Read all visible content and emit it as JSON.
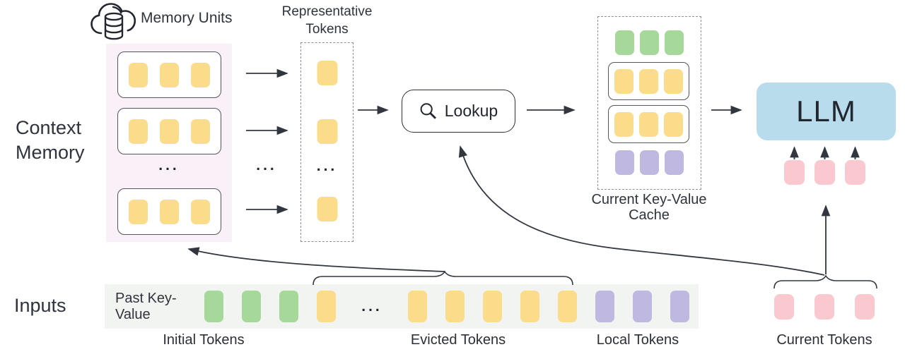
{
  "palette": {
    "yellow": "#fbdc8b",
    "green": "#a6d89a",
    "purple": "#bfb9e1",
    "pink": "#fac9cf",
    "blue": "#b9dcec",
    "panel_pink": "#faf0f8",
    "strip_gray": "#f2f4f2",
    "ink": "#32363f"
  },
  "header": {
    "memory_units": "Memory Units",
    "representative_tokens": "Representative Tokens",
    "context_memory": "Context Memory",
    "lookup": "Lookup",
    "current_kv_cache": "Current Key-Value Cache",
    "llm": "LLM"
  },
  "inputs": {
    "label": "Inputs",
    "past_key_value": "Past Key-Value",
    "initial_tokens": "Initial Tokens",
    "evicted_tokens": "Evicted Tokens",
    "local_tokens": "Local Tokens",
    "current_tokens": "Current Tokens"
  },
  "ellipsis": "...",
  "groups": {
    "unit_row": {
      "count": 3,
      "color": "yellow",
      "w": 27,
      "h": 35,
      "gap": 17,
      "r": 7
    },
    "rep_token": {
      "count": 1,
      "color": "yellow",
      "w": 29,
      "h": 35,
      "gap": 0,
      "r": 7
    },
    "cache_green": {
      "count": 3,
      "color": "green",
      "w": 27,
      "h": 35,
      "gap": 8,
      "r": 7
    },
    "cache_yellow": {
      "count": 3,
      "color": "yellow",
      "w": 27,
      "h": 35,
      "gap": 8,
      "r": 7
    },
    "cache_purple": {
      "count": 3,
      "color": "purple",
      "w": 27,
      "h": 35,
      "gap": 8,
      "r": 7
    },
    "llm_in": {
      "count": 3,
      "color": "pink",
      "w": 29,
      "h": 35,
      "gap": 14,
      "r": 8
    },
    "strip_green": {
      "count": 3,
      "color": "green",
      "w": 27,
      "h": 45,
      "gap": 26,
      "r": 7
    },
    "strip_yellow1": {
      "count": 1,
      "color": "yellow",
      "w": 27,
      "h": 45,
      "gap": 26,
      "r": 7
    },
    "strip_yellow5": {
      "count": 5,
      "color": "yellow",
      "w": 27,
      "h": 45,
      "gap": 26,
      "r": 7
    },
    "strip_purple": {
      "count": 3,
      "color": "purple",
      "w": 27,
      "h": 45,
      "gap": 26,
      "r": 7
    },
    "current_pink": {
      "count": 3,
      "color": "pink",
      "w": 28,
      "h": 36,
      "gap": 29,
      "r": 8
    }
  }
}
